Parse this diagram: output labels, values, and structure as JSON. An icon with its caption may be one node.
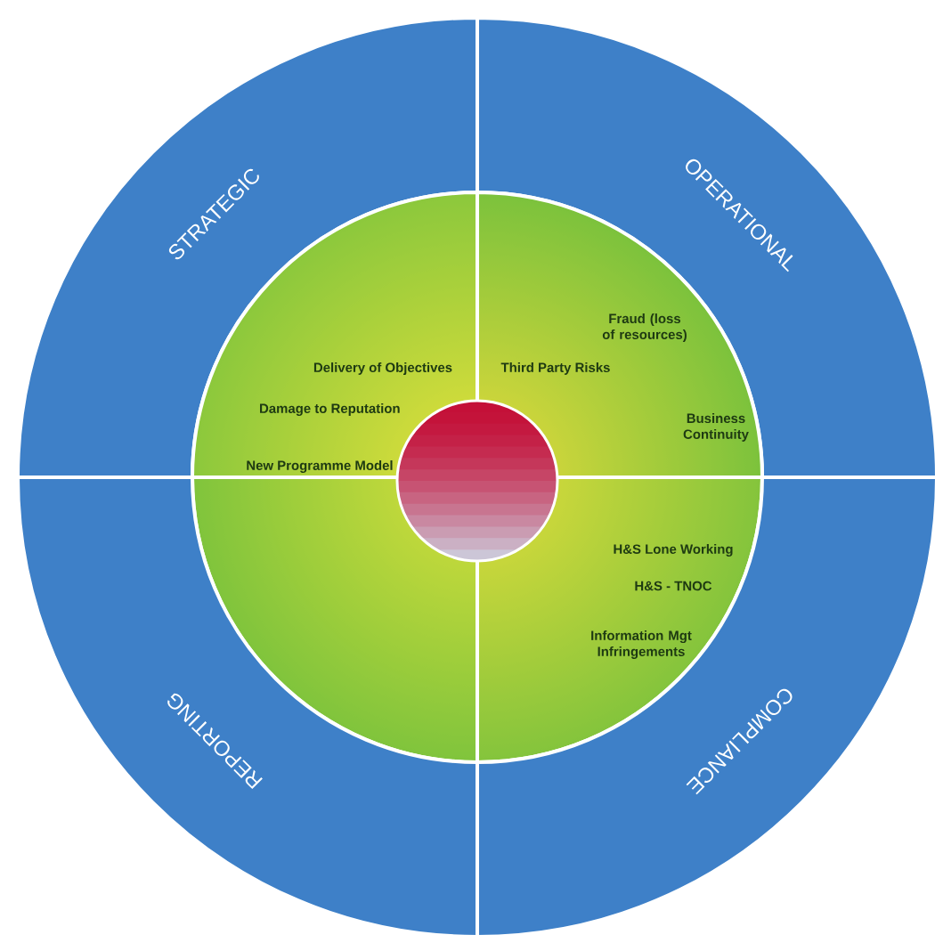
{
  "diagram": {
    "nodes": [
      {
        "text": [
          "STRATEGIC"
        ]
      },
      {
        "text": [
          "OPERATIONAL"
        ]
      },
      {
        "text": [
          "Delivery of Objectives",
          "Damage to Reputation",
          "New Programme Model"
        ]
      },
      {
        "text": [
          "Fraud (loss of resources)",
          "Third Party Risks",
          "Business Continuity"
        ]
      },
      {
        "text": [],
        "shape": "circle"
      },
      {
        "text": [],
        "shape": "sector"
      },
      {
        "text": [
          "H&S Lone Working",
          "H&S - TNOC",
          "Information Mgt Infringements"
        ]
      },
      {
        "text": [
          "REPORTING"
        ]
      },
      {
        "text": [
          "COMPLIANCE"
        ]
      }
    ]
  }
}
